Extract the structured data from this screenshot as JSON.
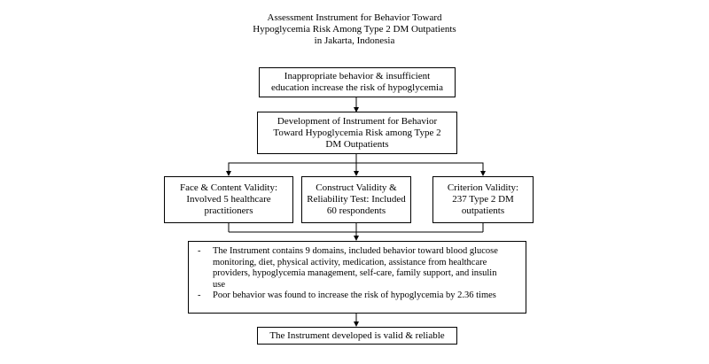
{
  "title": {
    "line1": "Assessment Instrument for Behavior Toward",
    "line2": "Hypoglycemia Risk Among Type 2 DM Outpatients",
    "line3": "in Jakarta, Indonesia"
  },
  "problem": {
    "line1": "Inappropriate behavior & insufficient",
    "line2": "education increase the risk of hypoglycemia"
  },
  "development": {
    "line1": "Development of Instrument for Behavior",
    "line2": "Toward Hypoglycemia Risk among Type 2",
    "line3": "DM Outpatients"
  },
  "validity": [
    {
      "line1": "Face & Content Validity:",
      "line2": "Involved 5 healthcare",
      "line3": "practitioners"
    },
    {
      "line1": "Construct Validity &",
      "line2": "Reliability Test: Included",
      "line3": "60 respondents"
    },
    {
      "line1": "Criterion Validity:",
      "line2": "237 Type 2 DM",
      "line3": "outpatients"
    }
  ],
  "findings": {
    "item1_line1": "The Instrument contains 9 domains, included behavior toward blood glucose",
    "item1_line2": "monitoring, diet, physical activity, medication, assistance from healthcare",
    "item1_line3": "providers, hypoglycemia management, self-care, family support, and insulin",
    "item1_line4": "use",
    "item2": "Poor behavior was found to increase the risk of hypoglycemia by 2.36 times"
  },
  "conclusion": "The Instrument developed is valid & reliable"
}
